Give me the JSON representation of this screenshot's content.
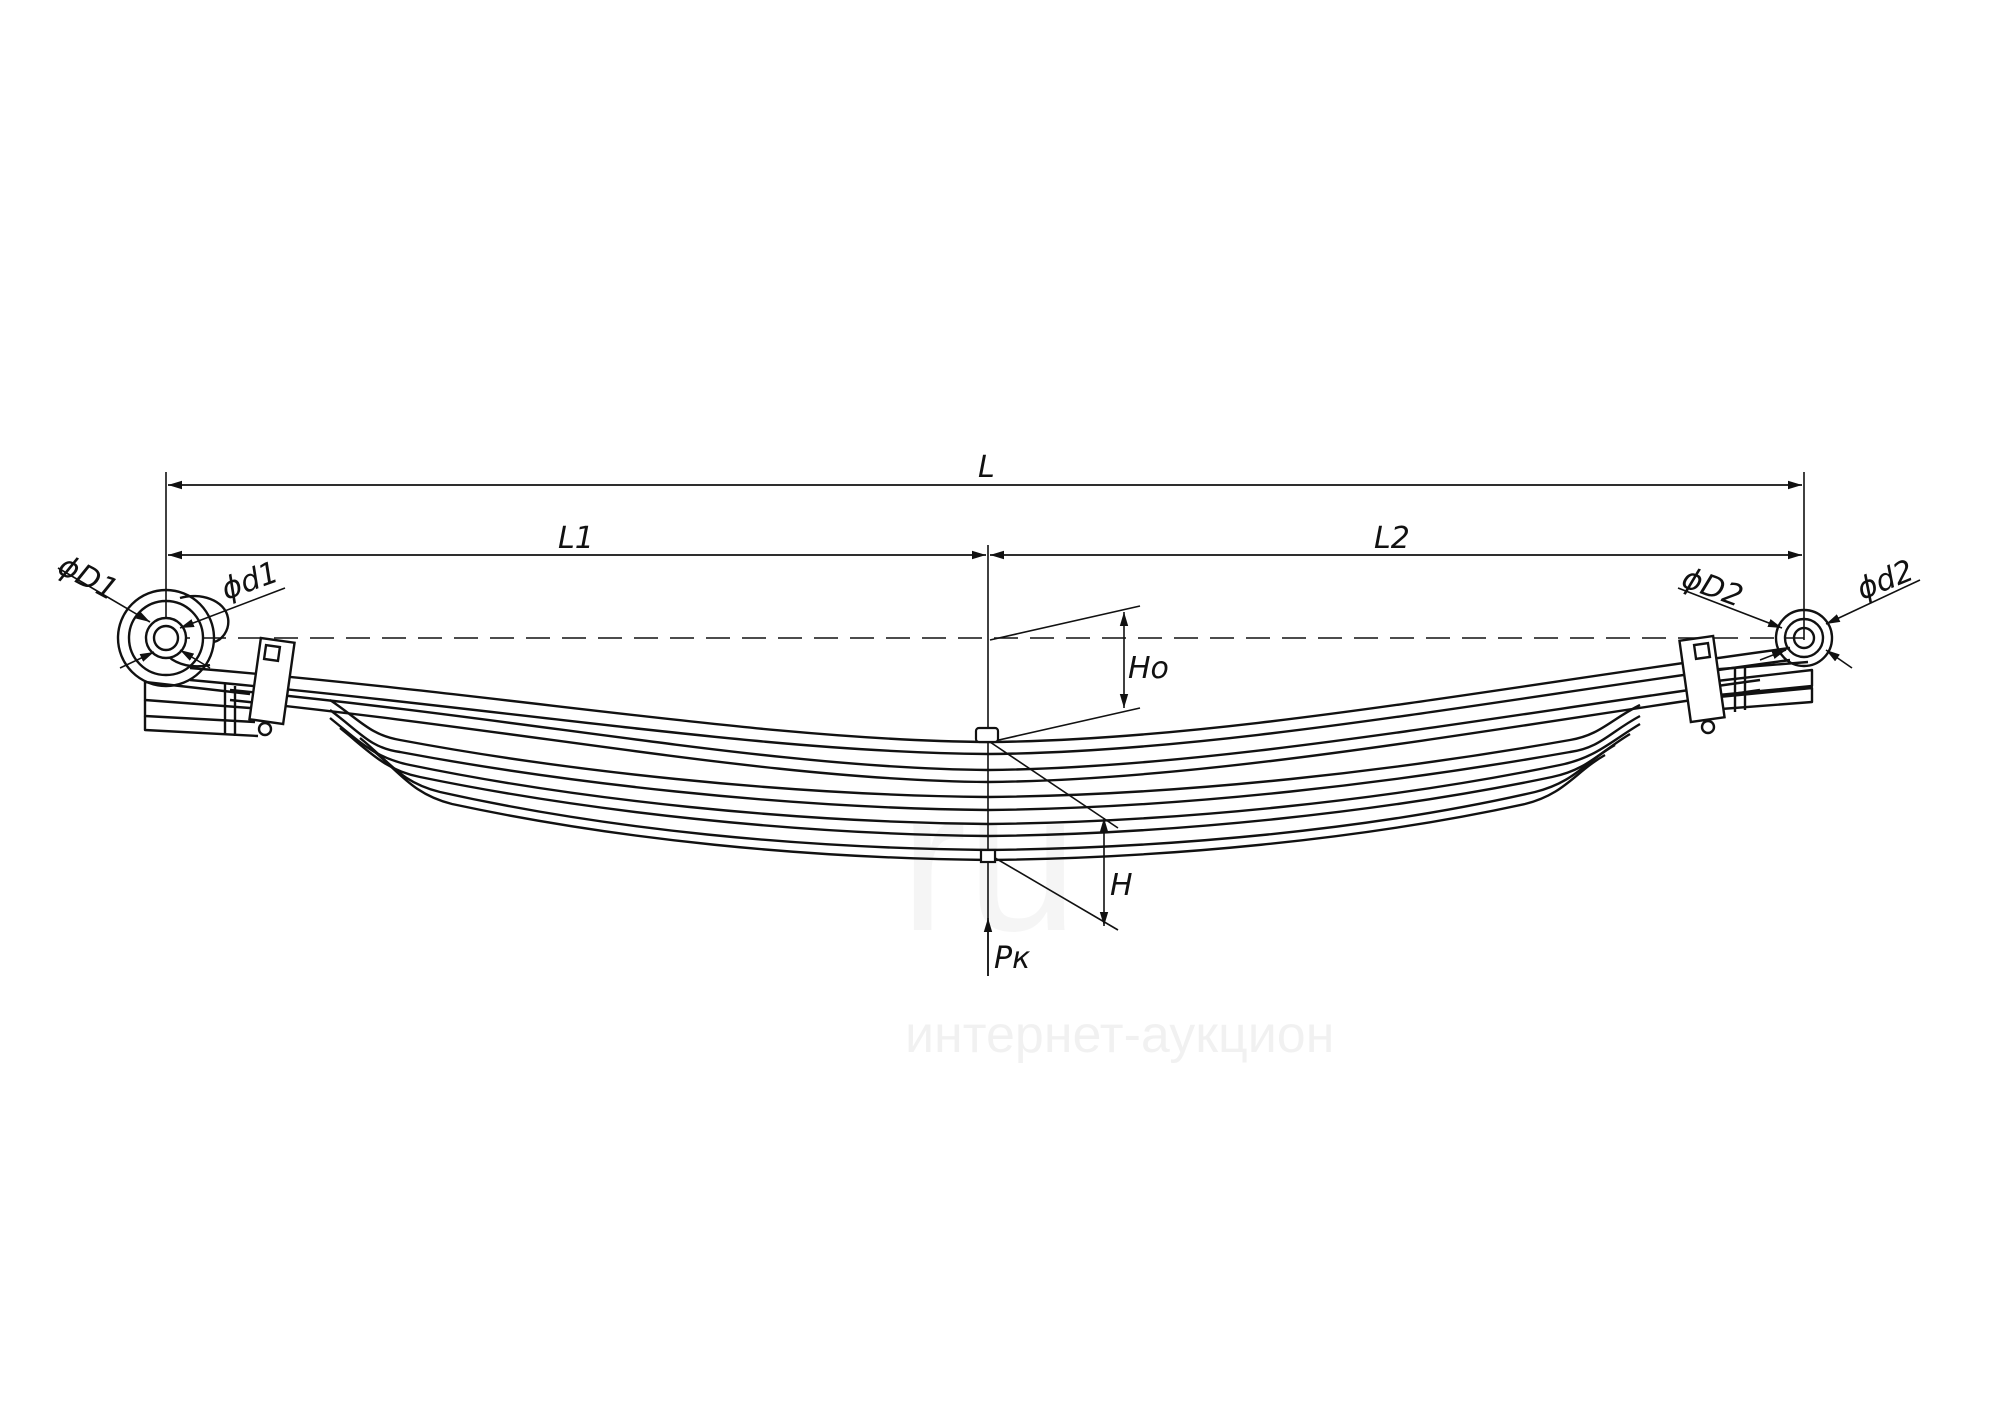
{
  "labels": {
    "L": "L",
    "L1": "L1",
    "L2": "L2",
    "D1": "ϕD1",
    "d1": "ϕd1",
    "D2": "ϕD2",
    "d2": "ϕd2",
    "Ho": "Ho",
    "H": "H",
    "Pk": "Pк"
  },
  "watermark": {
    "brand": "ru",
    "tagline": "интернет-аукцион"
  },
  "colors": {
    "line": "#111111",
    "background": "#ffffff"
  }
}
